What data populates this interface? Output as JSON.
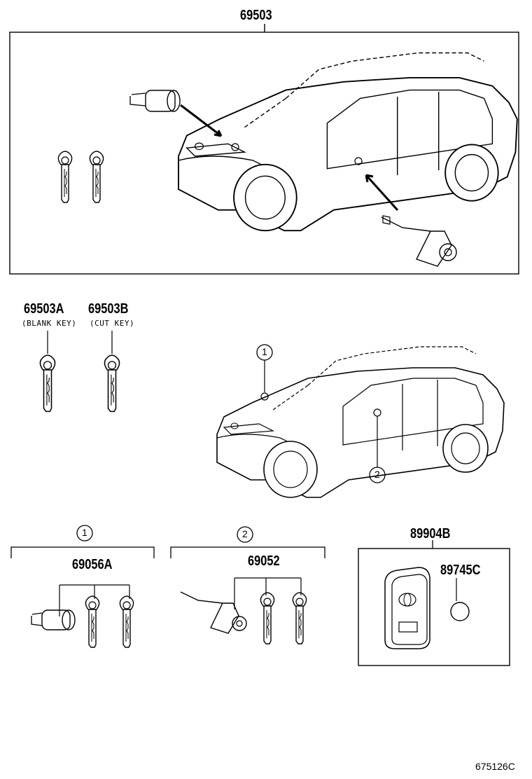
{
  "diagram": {
    "main_assembly": {
      "part_no": "69503"
    },
    "keys": [
      {
        "part_no": "69503A",
        "note": "(BLANK KEY)"
      },
      {
        "part_no": "69503B",
        "note": "(CUT KEY)"
      }
    ],
    "callouts": [
      "1",
      "2"
    ],
    "kits": [
      {
        "ref": "1",
        "part_no": "69056A"
      },
      {
        "ref": "2",
        "part_no": "69052"
      }
    ],
    "transmitter": {
      "part_no": "89904B",
      "battery_part_no": "89745C"
    },
    "figure_code": "675126C"
  }
}
